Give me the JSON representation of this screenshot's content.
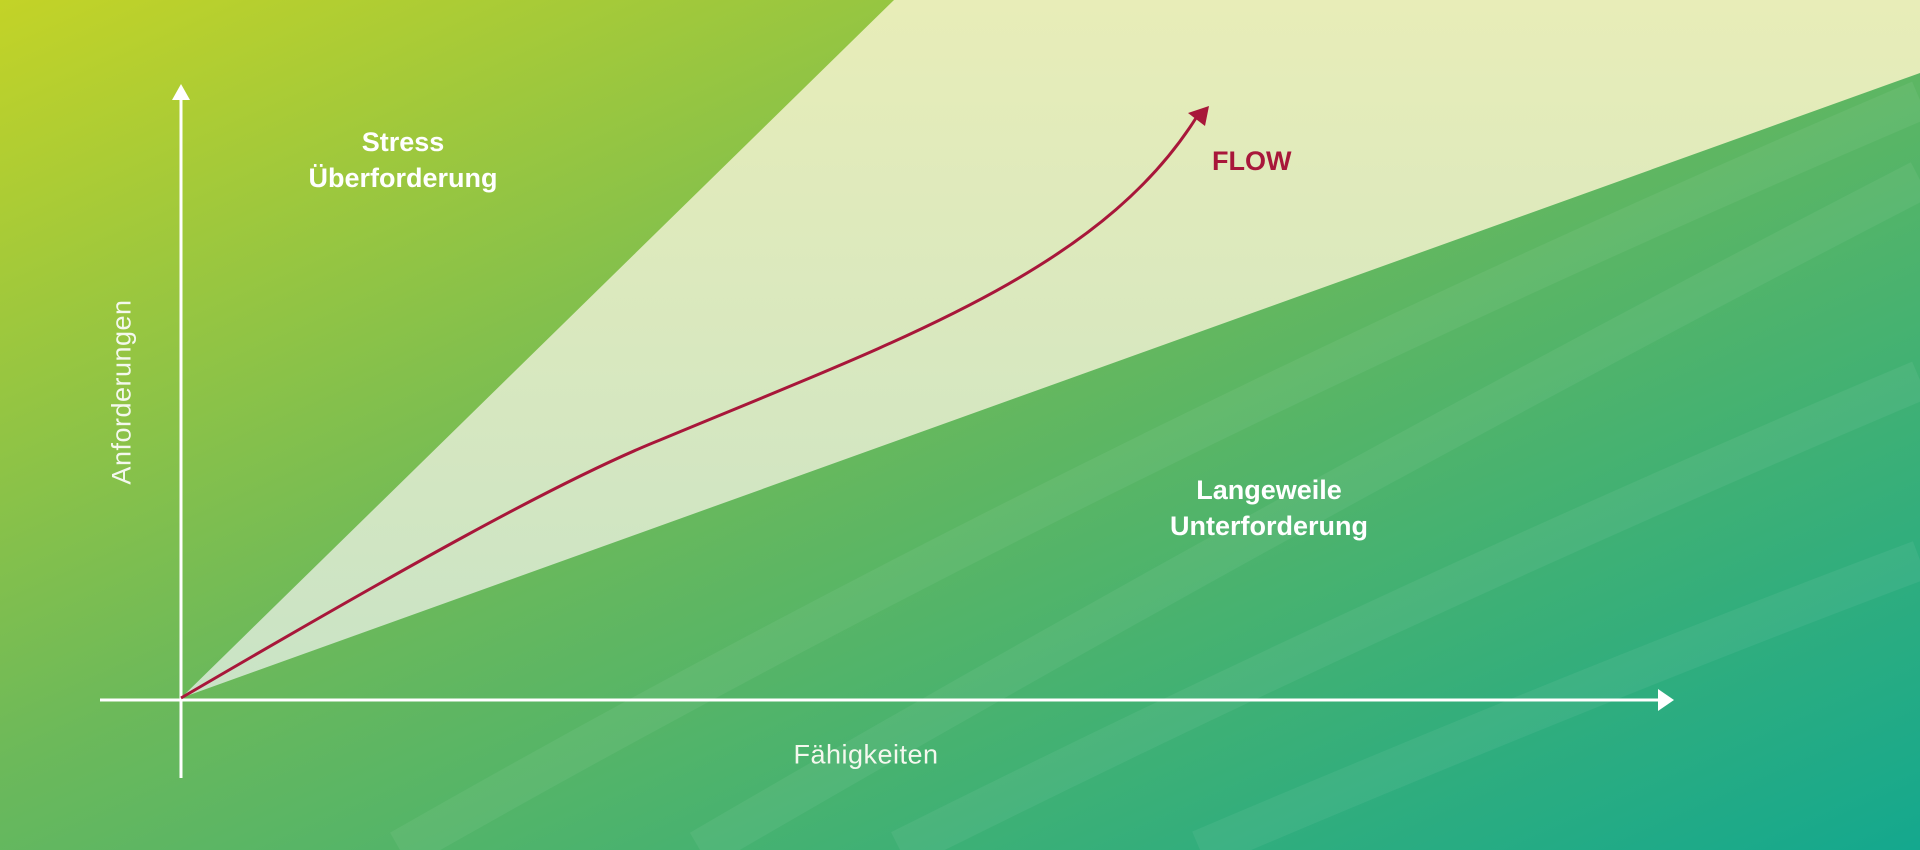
{
  "diagram": {
    "y_axis_label": "Anforderungen",
    "x_axis_label": "Fähigkeiten",
    "regions": {
      "stress": {
        "line1": "Stress",
        "line2": "Überforderung"
      },
      "flow": {
        "label": "FLOW"
      },
      "boredom": {
        "line1": "Langeweile",
        "line2": "Unterforderung"
      }
    },
    "colors": {
      "background_top_left": "#c3d327",
      "background_mid": "#6cb95a",
      "background_bottom_right": "#14a88e",
      "flow_band_top": "#e8edb8",
      "flow_band_bottom": "#c9e3c6",
      "flow_curve": "#a8173a",
      "axes": "#ffffff"
    }
  }
}
